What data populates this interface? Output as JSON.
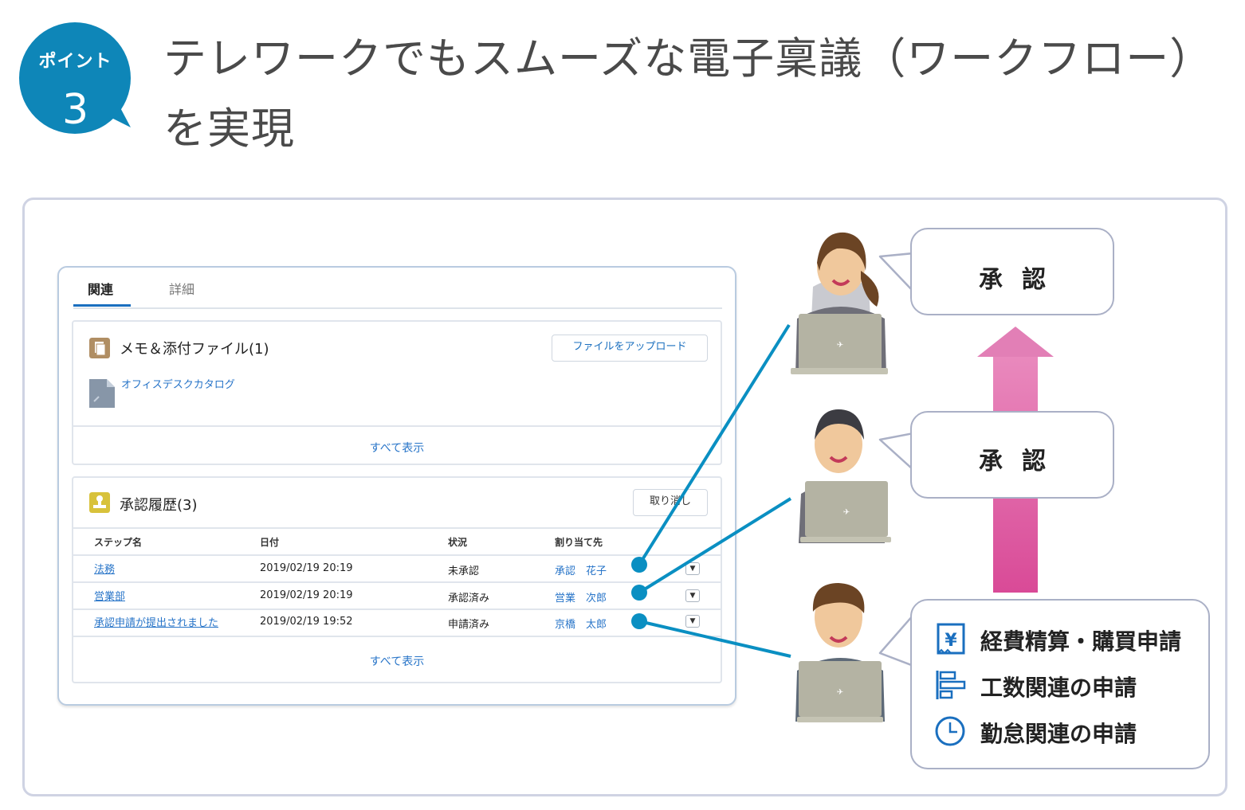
{
  "header": {
    "badge_label": "ポイント",
    "badge_number": "3",
    "title": "テレワークでもスムーズな電子稟議（ワークフロー）を実現"
  },
  "panel": {
    "tabs": [
      {
        "label": "関連",
        "active": true
      },
      {
        "label": "詳細",
        "active": false
      }
    ],
    "notes_card": {
      "title": "メモ＆添付ファイル(1)",
      "upload_button": "ファイルをアップロード",
      "file_name": "オフィスデスクカタログ",
      "show_all": "すべて表示"
    },
    "approval_card": {
      "title": "承認履歴(3)",
      "recall_button": "取り消し",
      "columns": [
        "ステップ名",
        "日付",
        "状況",
        "割り当て先"
      ],
      "rows": [
        {
          "step": "法務",
          "date": "2019/02/19 20:19",
          "status": "未承認",
          "assignee": "承認　花子"
        },
        {
          "step": "営業部",
          "date": "2019/02/19 20:19",
          "status": "承認済み",
          "assignee": "営業　次郎"
        },
        {
          "step": "承認申請が提出されました",
          "date": "2019/02/19 19:52",
          "status": "申請済み",
          "assignee": "京橋　太郎"
        }
      ],
      "show_all": "すべて表示"
    }
  },
  "flow": {
    "bubble_top": "承認",
    "bubble_mid": "承認",
    "applications": [
      {
        "icon": "yen-receipt-icon",
        "label": "経費精算・購買申請"
      },
      {
        "icon": "gantt-bars-icon",
        "label": "工数関連の申請"
      },
      {
        "icon": "clock-icon",
        "label": "勤怠関連の申請"
      }
    ],
    "colors": {
      "accent_blue": "#0a8fc2",
      "arrow_pink": "#e0579f",
      "badge_blue": "#0e86b8"
    }
  }
}
